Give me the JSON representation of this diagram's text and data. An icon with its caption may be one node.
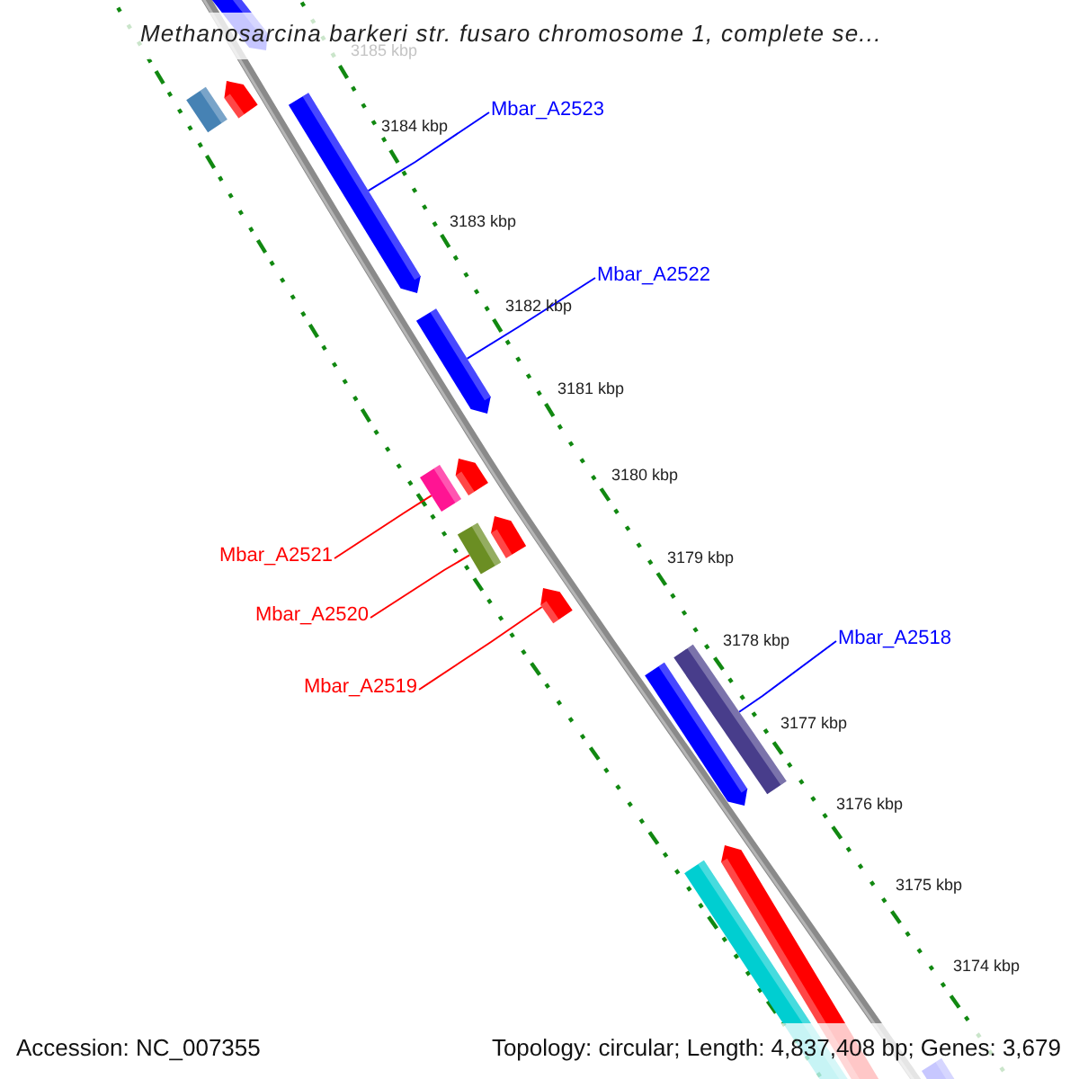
{
  "diagram": {
    "title": "Methanosarcina barkeri str. fusaro chromosome 1, complete se...",
    "nodes": [
      {
        "text": [
          "Mbar_A2523"
        ]
      },
      {
        "text": [],
        "shape": "arrow"
      },
      {
        "text": [
          "Mbar_A2522"
        ]
      },
      {
        "text": [],
        "shape": "arrow"
      },
      {
        "text": [
          "Mbar_A2521"
        ]
      },
      {
        "text": [],
        "shape": "bar"
      },
      {
        "text": [
          "Mbar_A2520"
        ]
      },
      {
        "text": [],
        "shape": "bar"
      },
      {
        "text": [
          "Mbar_A2519"
        ]
      },
      {
        "text": [],
        "shape": "arrow"
      },
      {
        "text": [
          "Mbar_A2518"
        ]
      },
      {
        "text": [],
        "shape": "bar"
      },
      {
        "text": [],
        "shape": "arrow"
      },
      {
        "text": [],
        "shape": "arrow"
      },
      {
        "text": [],
        "shape": "bar"
      },
      {
        "text": [],
        "shape": "arrow"
      },
      {
        "text": [],
        "shape": "arrow"
      },
      {
        "text": [],
        "shape": "arrow"
      },
      {
        "text": [],
        "shape": "bar"
      },
      {
        "text": [],
        "shape": "arrow"
      },
      {
        "text": [],
        "shape": "arrow"
      }
    ],
    "edges": [
      {
        "from": 0,
        "to": 1,
        "arrow": "none",
        "color": "#0000ff"
      },
      {
        "from": 2,
        "to": 3,
        "arrow": "none",
        "color": "#0000ff"
      },
      {
        "from": 4,
        "to": 5,
        "arrow": "none",
        "color": "#ff0000"
      },
      {
        "from": 6,
        "to": 7,
        "arrow": "none",
        "color": "#ff0000"
      },
      {
        "from": 8,
        "to": 9,
        "arrow": "none",
        "color": "#ff0000"
      },
      {
        "from": 10,
        "to": 11,
        "arrow": "none",
        "color": "#0000ff"
      }
    ],
    "labels": [
      "3185 kbp",
      "3184 kbp",
      "3183 kbp",
      "3182 kbp",
      "3181 kbp",
      "3180 kbp",
      "3179 kbp",
      "3178 kbp",
      "3177 kbp",
      "3176 kbp",
      "3175 kbp",
      "3174 kbp",
      "Accession: NC_007355",
      "Topology: circular; Length: 4,837,408 bp; Genes: 3,679"
    ]
  }
}
